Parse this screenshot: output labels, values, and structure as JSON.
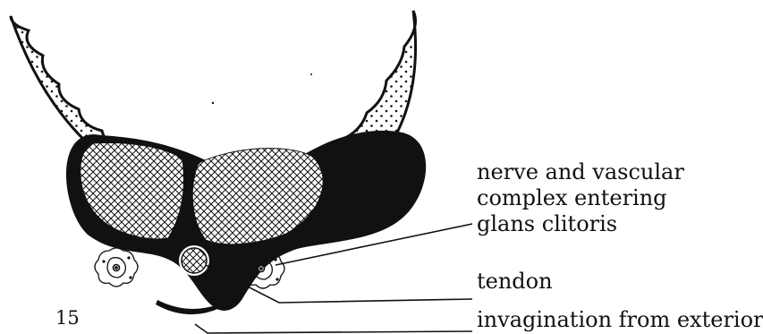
{
  "figure_number": "15",
  "labels": {
    "nerve_line1": "nerve and vascular",
    "nerve_line2": "complex entering",
    "nerve_line3": "glans clitoris",
    "tendon": "tendon",
    "invagination": "invagination from exterior"
  },
  "colors": {
    "ink": "#111111",
    "paper": "#ffffff"
  }
}
